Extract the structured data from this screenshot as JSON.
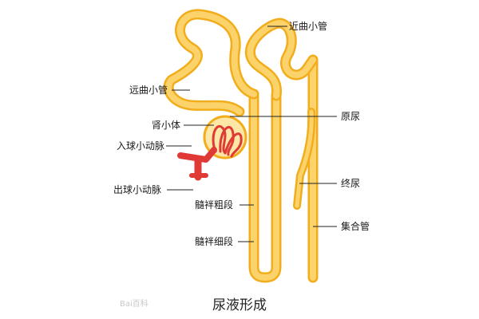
{
  "diagram": {
    "caption": "尿液形成",
    "labels": {
      "proximal_tubule": "近曲小管",
      "distal_tubule": "远曲小管",
      "renal_corpuscle": "肾小体",
      "afferent_arteriole": "入球小动脉",
      "efferent_arteriole": "出球小动脉",
      "thick_segment": "髓袢粗段",
      "thin_segment": "髓袢细段",
      "primary_urine": "原尿",
      "final_urine": "终尿",
      "collecting_duct": "集合管"
    },
    "watermark": "Bai百科"
  },
  "colors": {
    "tubule_fill": "#fbd36a",
    "tubule_outline": "#f2ad1c",
    "capsule_fill": "#fde7a6",
    "vessel": "#e03a36",
    "leader_line": "#222222"
  }
}
